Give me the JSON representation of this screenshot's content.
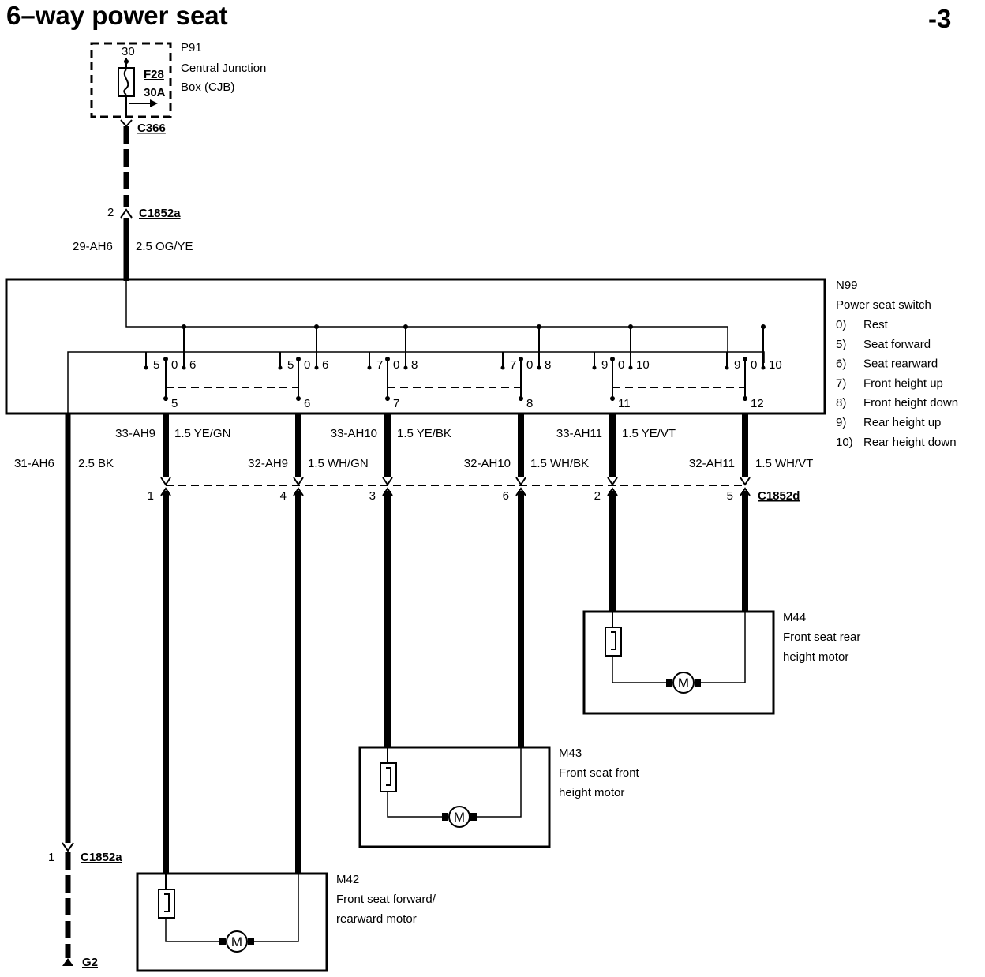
{
  "title": "6–way power seat",
  "page_ref": "-3",
  "cjb": {
    "terminal": "30",
    "fuse_id": "F28",
    "fuse_rating": "30A",
    "ref": "P91",
    "name_line1": "Central Junction",
    "name_line2": "Box (CJB)",
    "connector": "C366"
  },
  "feed": {
    "connector_pin": "2",
    "connector": "C1852a",
    "wire_code": "29-AH6",
    "wire_spec": "2.5 OG/YE"
  },
  "switch": {
    "ref": "N99",
    "name": "Power seat switch",
    "legend": [
      {
        "num": "0)",
        "text": "Rest"
      },
      {
        "num": "5)",
        "text": "Seat forward"
      },
      {
        "num": "6)",
        "text": "Seat rearward"
      },
      {
        "num": "7)",
        "text": "Front height up"
      },
      {
        "num": "8)",
        "text": "Front height down"
      },
      {
        "num": "9)",
        "text": "Rear height up"
      },
      {
        "num": "10)",
        "text": "Rear height down"
      }
    ],
    "contact_groups": [
      [
        "5",
        "0",
        "6"
      ],
      [
        "5",
        "0",
        "6"
      ],
      [
        "7",
        "0",
        "8"
      ],
      [
        "7",
        "0",
        "8"
      ],
      [
        "9",
        "0",
        "10"
      ],
      [
        "9",
        "0",
        "10"
      ]
    ],
    "output_pins": [
      "5",
      "6",
      "7",
      "8",
      "11",
      "12"
    ]
  },
  "ground_wire": {
    "code": "31-AH6",
    "spec": "2.5 BK",
    "connector_pin": "1",
    "connector": "C1852a",
    "ground": "G2"
  },
  "wires": [
    {
      "code": "33-AH9",
      "spec": "1.5 YE/GN"
    },
    {
      "code": "32-AH9",
      "spec": "1.5 WH/GN"
    },
    {
      "code": "33-AH10",
      "spec": "1.5 YE/BK"
    },
    {
      "code": "32-AH10",
      "spec": "1.5 WH/BK"
    },
    {
      "code": "33-AH11",
      "spec": "1.5 YE/VT"
    },
    {
      "code": "32-AH11",
      "spec": "1.5 WH/VT"
    }
  ],
  "c1852d": {
    "connector": "C1852d",
    "pins": [
      "1",
      "4",
      "3",
      "6",
      "2",
      "5"
    ]
  },
  "motors": [
    {
      "ref": "M42",
      "line1": "Front seat forward/",
      "line2": "rearward motor",
      "symbol": "M"
    },
    {
      "ref": "M43",
      "line1": "Front seat front",
      "line2": "height motor",
      "symbol": "M"
    },
    {
      "ref": "M44",
      "line1": "Front seat rear",
      "line2": "height motor",
      "symbol": "M"
    }
  ]
}
